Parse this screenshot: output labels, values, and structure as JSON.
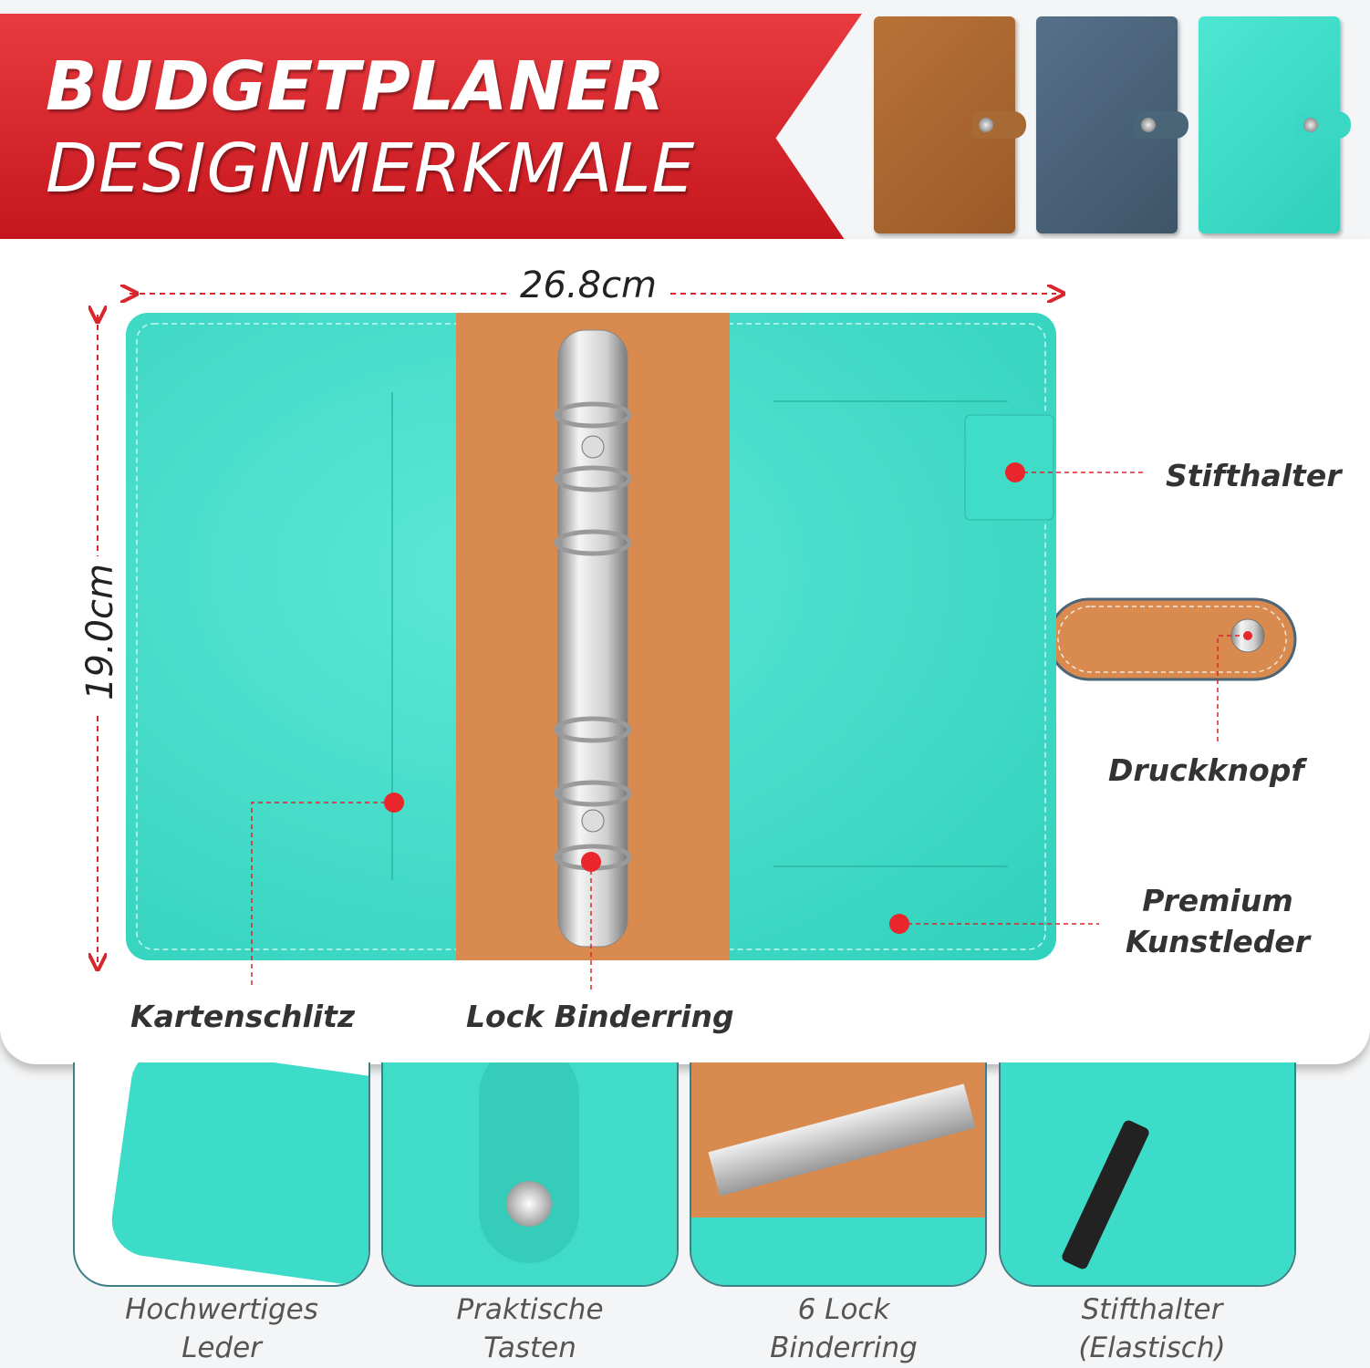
{
  "header": {
    "title_line1": "BUDGETPLANER",
    "title_line2": "DESIGNMERKMALE"
  },
  "colors": {
    "red": "#d8262c",
    "teal": "#3ee0cc",
    "orange": "#d98a4e",
    "brown": "#a4642f",
    "slate": "#4a6478"
  },
  "variants": [
    {
      "name": "brown"
    },
    {
      "name": "slate-blue"
    },
    {
      "name": "teal"
    }
  ],
  "dimensions": {
    "width": "26.8cm",
    "height": "19.0cm"
  },
  "callouts": {
    "pen_holder": "Stifthalter",
    "snap": "Druckknopf",
    "leather_1": "Premium",
    "leather_2": "Kunstleder",
    "card_slot": "Kartenschlitz",
    "ring": "Lock Binderring"
  },
  "features": [
    {
      "line1": "Hochwertiges",
      "line2": "Leder"
    },
    {
      "line1": "Praktische",
      "line2": "Tasten"
    },
    {
      "line1": "6 Lock",
      "line2": "Binderring"
    },
    {
      "line1": "Stifthalter",
      "line2": "(Elastisch)"
    }
  ]
}
